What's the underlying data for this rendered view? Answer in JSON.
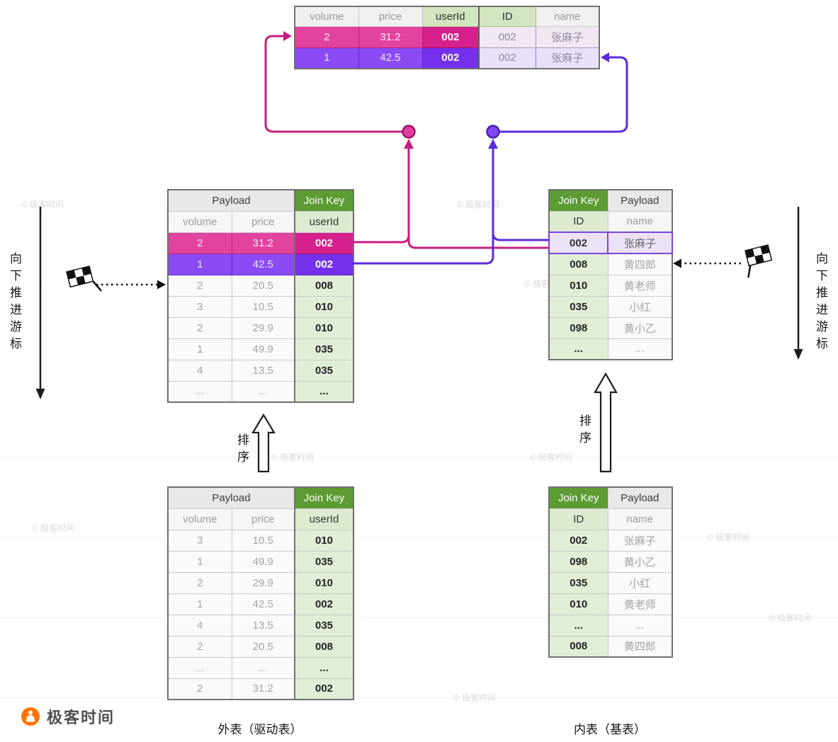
{
  "colors": {
    "pink_row": "#e2439e",
    "pink_key": "#d6218c",
    "purple_row": "#8a4af4",
    "purple_key": "#7430ec",
    "green_header": "#5d9b33",
    "green_cell": "#dcead0",
    "lavender_cell": "#ebe1f8",
    "highlight_border": "#7a45d8"
  },
  "result_table": {
    "headers": [
      "volume",
      "price",
      "userId",
      "ID",
      "name"
    ],
    "rows": [
      [
        "2",
        "31.2",
        "002",
        "002",
        "张麻子"
      ],
      [
        "1",
        "42.5",
        "002",
        "002",
        "张麻子"
      ]
    ]
  },
  "outer_sorted": {
    "payload_label": "Payload",
    "joinkey_label": "Join Key",
    "columns": [
      "volume",
      "price",
      "userId"
    ],
    "rows": [
      [
        "2",
        "31.2",
        "002"
      ],
      [
        "1",
        "42.5",
        "002"
      ],
      [
        "2",
        "20.5",
        "008"
      ],
      [
        "3",
        "10.5",
        "010"
      ],
      [
        "2",
        "29.9",
        "010"
      ],
      [
        "1",
        "49.9",
        "035"
      ],
      [
        "4",
        "13.5",
        "035"
      ],
      [
        "...",
        "...",
        "..."
      ]
    ]
  },
  "inner_sorted": {
    "payload_label": "Payload",
    "joinkey_label": "Join Key",
    "columns": [
      "ID",
      "name"
    ],
    "rows": [
      [
        "002",
        "张麻子"
      ],
      [
        "008",
        "黄四郎"
      ],
      [
        "010",
        "黄老师"
      ],
      [
        "035",
        "小红"
      ],
      [
        "098",
        "黄小乙"
      ],
      [
        "...",
        "..."
      ]
    ]
  },
  "outer_unsorted": {
    "payload_label": "Payload",
    "joinkey_label": "Join Key",
    "columns": [
      "volume",
      "price",
      "userId"
    ],
    "rows": [
      [
        "3",
        "10.5",
        "010"
      ],
      [
        "1",
        "49.9",
        "035"
      ],
      [
        "2",
        "29.9",
        "010"
      ],
      [
        "1",
        "42.5",
        "002"
      ],
      [
        "4",
        "13.5",
        "035"
      ],
      [
        "2",
        "20.5",
        "008"
      ],
      [
        "...",
        "...",
        "..."
      ],
      [
        "2",
        "31.2",
        "002"
      ]
    ]
  },
  "inner_unsorted": {
    "payload_label": "Payload",
    "joinkey_label": "Join Key",
    "columns": [
      "ID",
      "name"
    ],
    "rows": [
      [
        "002",
        "张麻子"
      ],
      [
        "098",
        "黄小乙"
      ],
      [
        "035",
        "小红"
      ],
      [
        "010",
        "黄老师"
      ],
      [
        "...",
        "..."
      ],
      [
        "008",
        "黄四郎"
      ]
    ]
  },
  "annotations": {
    "cursor_left": "向下推进游标",
    "cursor_right": "向下推进游标",
    "sort_left": "排序",
    "sort_right": "排序",
    "caption_outer": "外表（驱动表）",
    "caption_inner": "内表（基表）",
    "brand": "极客时间",
    "watermark": "© 极客时间"
  }
}
